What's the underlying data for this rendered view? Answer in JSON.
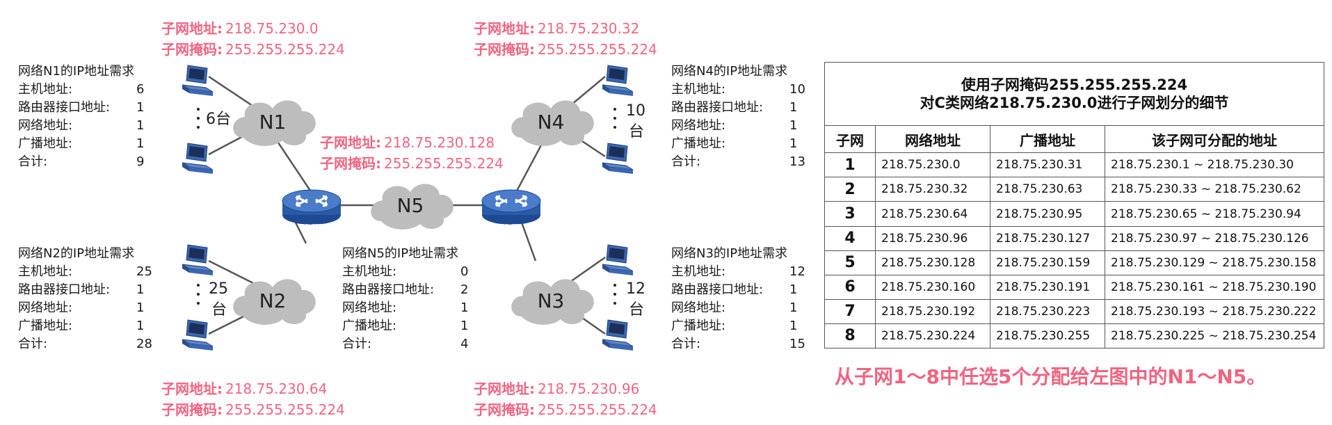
{
  "subnet_labels": {
    "n1": {
      "addr_label": "子网地址:",
      "addr": "218.75.230.0",
      "mask_label": "子网掩码:",
      "mask": "255.255.255.224"
    },
    "n4": {
      "addr_label": "子网地址:",
      "addr": "218.75.230.32",
      "mask_label": "子网掩码:",
      "mask": "255.255.255.224"
    },
    "n5": {
      "addr_label": "子网地址:",
      "addr": "218.75.230.128",
      "mask_label": "子网掩码:",
      "mask": "255.255.255.224"
    },
    "n2": {
      "addr_label": "子网地址:",
      "addr": "218.75.230.64",
      "mask_label": "子网掩码:",
      "mask": "255.255.255.224"
    },
    "n3": {
      "addr_label": "子网地址:",
      "addr": "218.75.230.96",
      "mask_label": "子网掩码:",
      "mask": "255.255.255.224"
    }
  },
  "requirements": {
    "n1": {
      "title": "网络N1的IP地址需求",
      "rows": [
        {
          "k": "主机地址:",
          "v": "6"
        },
        {
          "k": "路由器接口地址:",
          "v": "1"
        },
        {
          "k": "网络地址:",
          "v": "1"
        },
        {
          "k": "广播地址:",
          "v": "1"
        },
        {
          "k": "合计:",
          "v": "9"
        }
      ]
    },
    "n2": {
      "title": "网络N2的IP地址需求",
      "rows": [
        {
          "k": "主机地址:",
          "v": "25"
        },
        {
          "k": "路由器接口地址:",
          "v": "1"
        },
        {
          "k": "网络地址:",
          "v": "1"
        },
        {
          "k": "广播地址:",
          "v": "1"
        },
        {
          "k": "合计:",
          "v": "28"
        }
      ]
    },
    "n5": {
      "title": "网络N5的IP地址需求",
      "rows": [
        {
          "k": "主机地址:",
          "v": "0"
        },
        {
          "k": "路由器接口地址:",
          "v": "2"
        },
        {
          "k": "网络地址:",
          "v": "1"
        },
        {
          "k": "广播地址:",
          "v": "1"
        },
        {
          "k": "合计:",
          "v": "4"
        }
      ]
    },
    "n4": {
      "title": "网络N4的IP地址需求",
      "rows": [
        {
          "k": "主机地址:",
          "v": "10"
        },
        {
          "k": "路由器接口地址:",
          "v": "1"
        },
        {
          "k": "网络地址:",
          "v": "1"
        },
        {
          "k": "广播地址:",
          "v": "1"
        },
        {
          "k": "合计:",
          "v": "13"
        }
      ]
    },
    "n3": {
      "title": "网络N3的IP地址需求",
      "rows": [
        {
          "k": "主机地址:",
          "v": "12"
        },
        {
          "k": "路由器接口地址:",
          "v": "1"
        },
        {
          "k": "网络地址:",
          "v": "1"
        },
        {
          "k": "广播地址:",
          "v": "1"
        },
        {
          "k": "合计:",
          "v": "15"
        }
      ]
    }
  },
  "networks": {
    "n1": {
      "name": "N1",
      "count_a": "6台",
      "count_b": ""
    },
    "n2": {
      "name": "N2",
      "count_a": "25",
      "count_b": "台"
    },
    "n3": {
      "name": "N3",
      "count_a": "12",
      "count_b": "台"
    },
    "n4": {
      "name": "N4",
      "count_a": "10",
      "count_b": "台"
    },
    "n5": {
      "name": "N5"
    }
  },
  "router_label": "ROUTER",
  "table": {
    "caption_line1": "使用子网掩码255.255.255.224",
    "caption_line2": "对C类网络218.75.230.0进行子网划分的细节",
    "headers": [
      "子网",
      "网络地址",
      "广播地址",
      "该子网可分配的地址"
    ],
    "rows": [
      [
        "1",
        "218.75.230.0",
        "218.75.230.31",
        "218.75.230.1 ~ 218.75.230.30"
      ],
      [
        "2",
        "218.75.230.32",
        "218.75.230.63",
        "218.75.230.33 ~ 218.75.230.62"
      ],
      [
        "3",
        "218.75.230.64",
        "218.75.230.95",
        "218.75.230.65 ~ 218.75.230.94"
      ],
      [
        "4",
        "218.75.230.96",
        "218.75.230.127",
        "218.75.230.97 ~ 218.75.230.126"
      ],
      [
        "5",
        "218.75.230.128",
        "218.75.230.159",
        "218.75.230.129 ~ 218.75.230.158"
      ],
      [
        "6",
        "218.75.230.160",
        "218.75.230.191",
        "218.75.230.161 ~ 218.75.230.190"
      ],
      [
        "7",
        "218.75.230.192",
        "218.75.230.223",
        "218.75.230.193 ~ 218.75.230.222"
      ],
      [
        "8",
        "218.75.230.224",
        "218.75.230.255",
        "218.75.230.225 ~ 218.75.230.254"
      ]
    ]
  },
  "footer_note": "从子网1～8中任选5个分配给左图中的N1～N5。",
  "colors": {
    "accent_pink": "#f06481",
    "router_blue": "#2f64b4",
    "cloud_gray": "#bdbdbd",
    "host_blue": "#3a67b0"
  }
}
